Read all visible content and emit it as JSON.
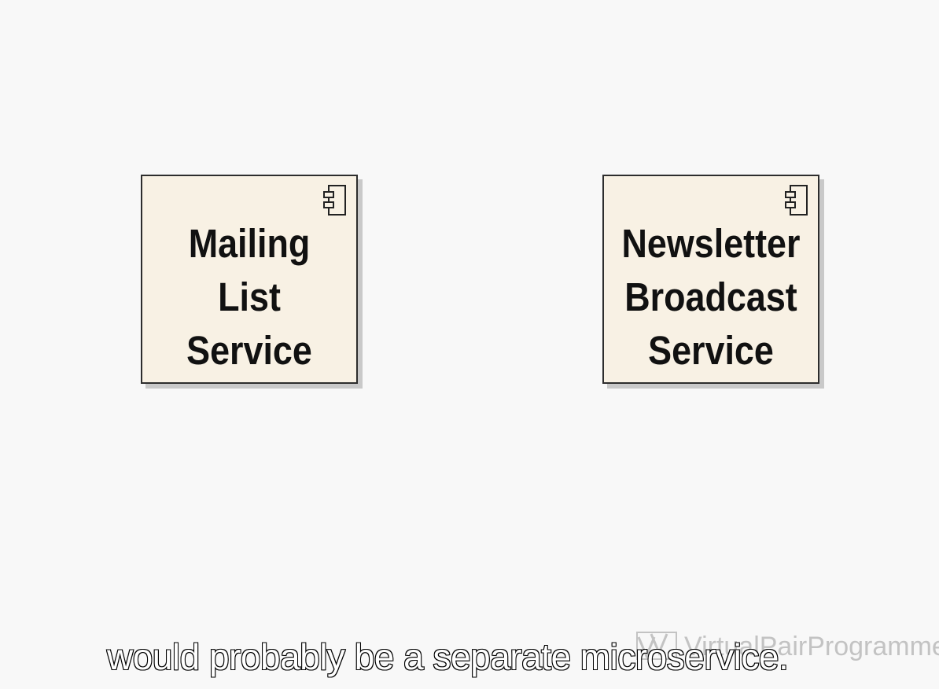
{
  "diagram": {
    "components": [
      {
        "label_lines": [
          "Mailing",
          "List",
          "Service"
        ],
        "icon": "uml-component-icon"
      },
      {
        "label_lines": [
          "Newsletter",
          "Broadcast",
          "Service"
        ],
        "icon": "uml-component-icon"
      }
    ]
  },
  "watermark": {
    "text": "VirtualPairProgrammers",
    "icon": "vpp-logo-icon"
  },
  "caption": {
    "text": "would probably be a separate microservice."
  },
  "colors": {
    "background": "#f8f8f8",
    "component_fill": "#f8f1e4",
    "component_border": "#2d2d2d",
    "component_shadow": "#c9c9c9",
    "watermark": "#c3c3c3"
  }
}
